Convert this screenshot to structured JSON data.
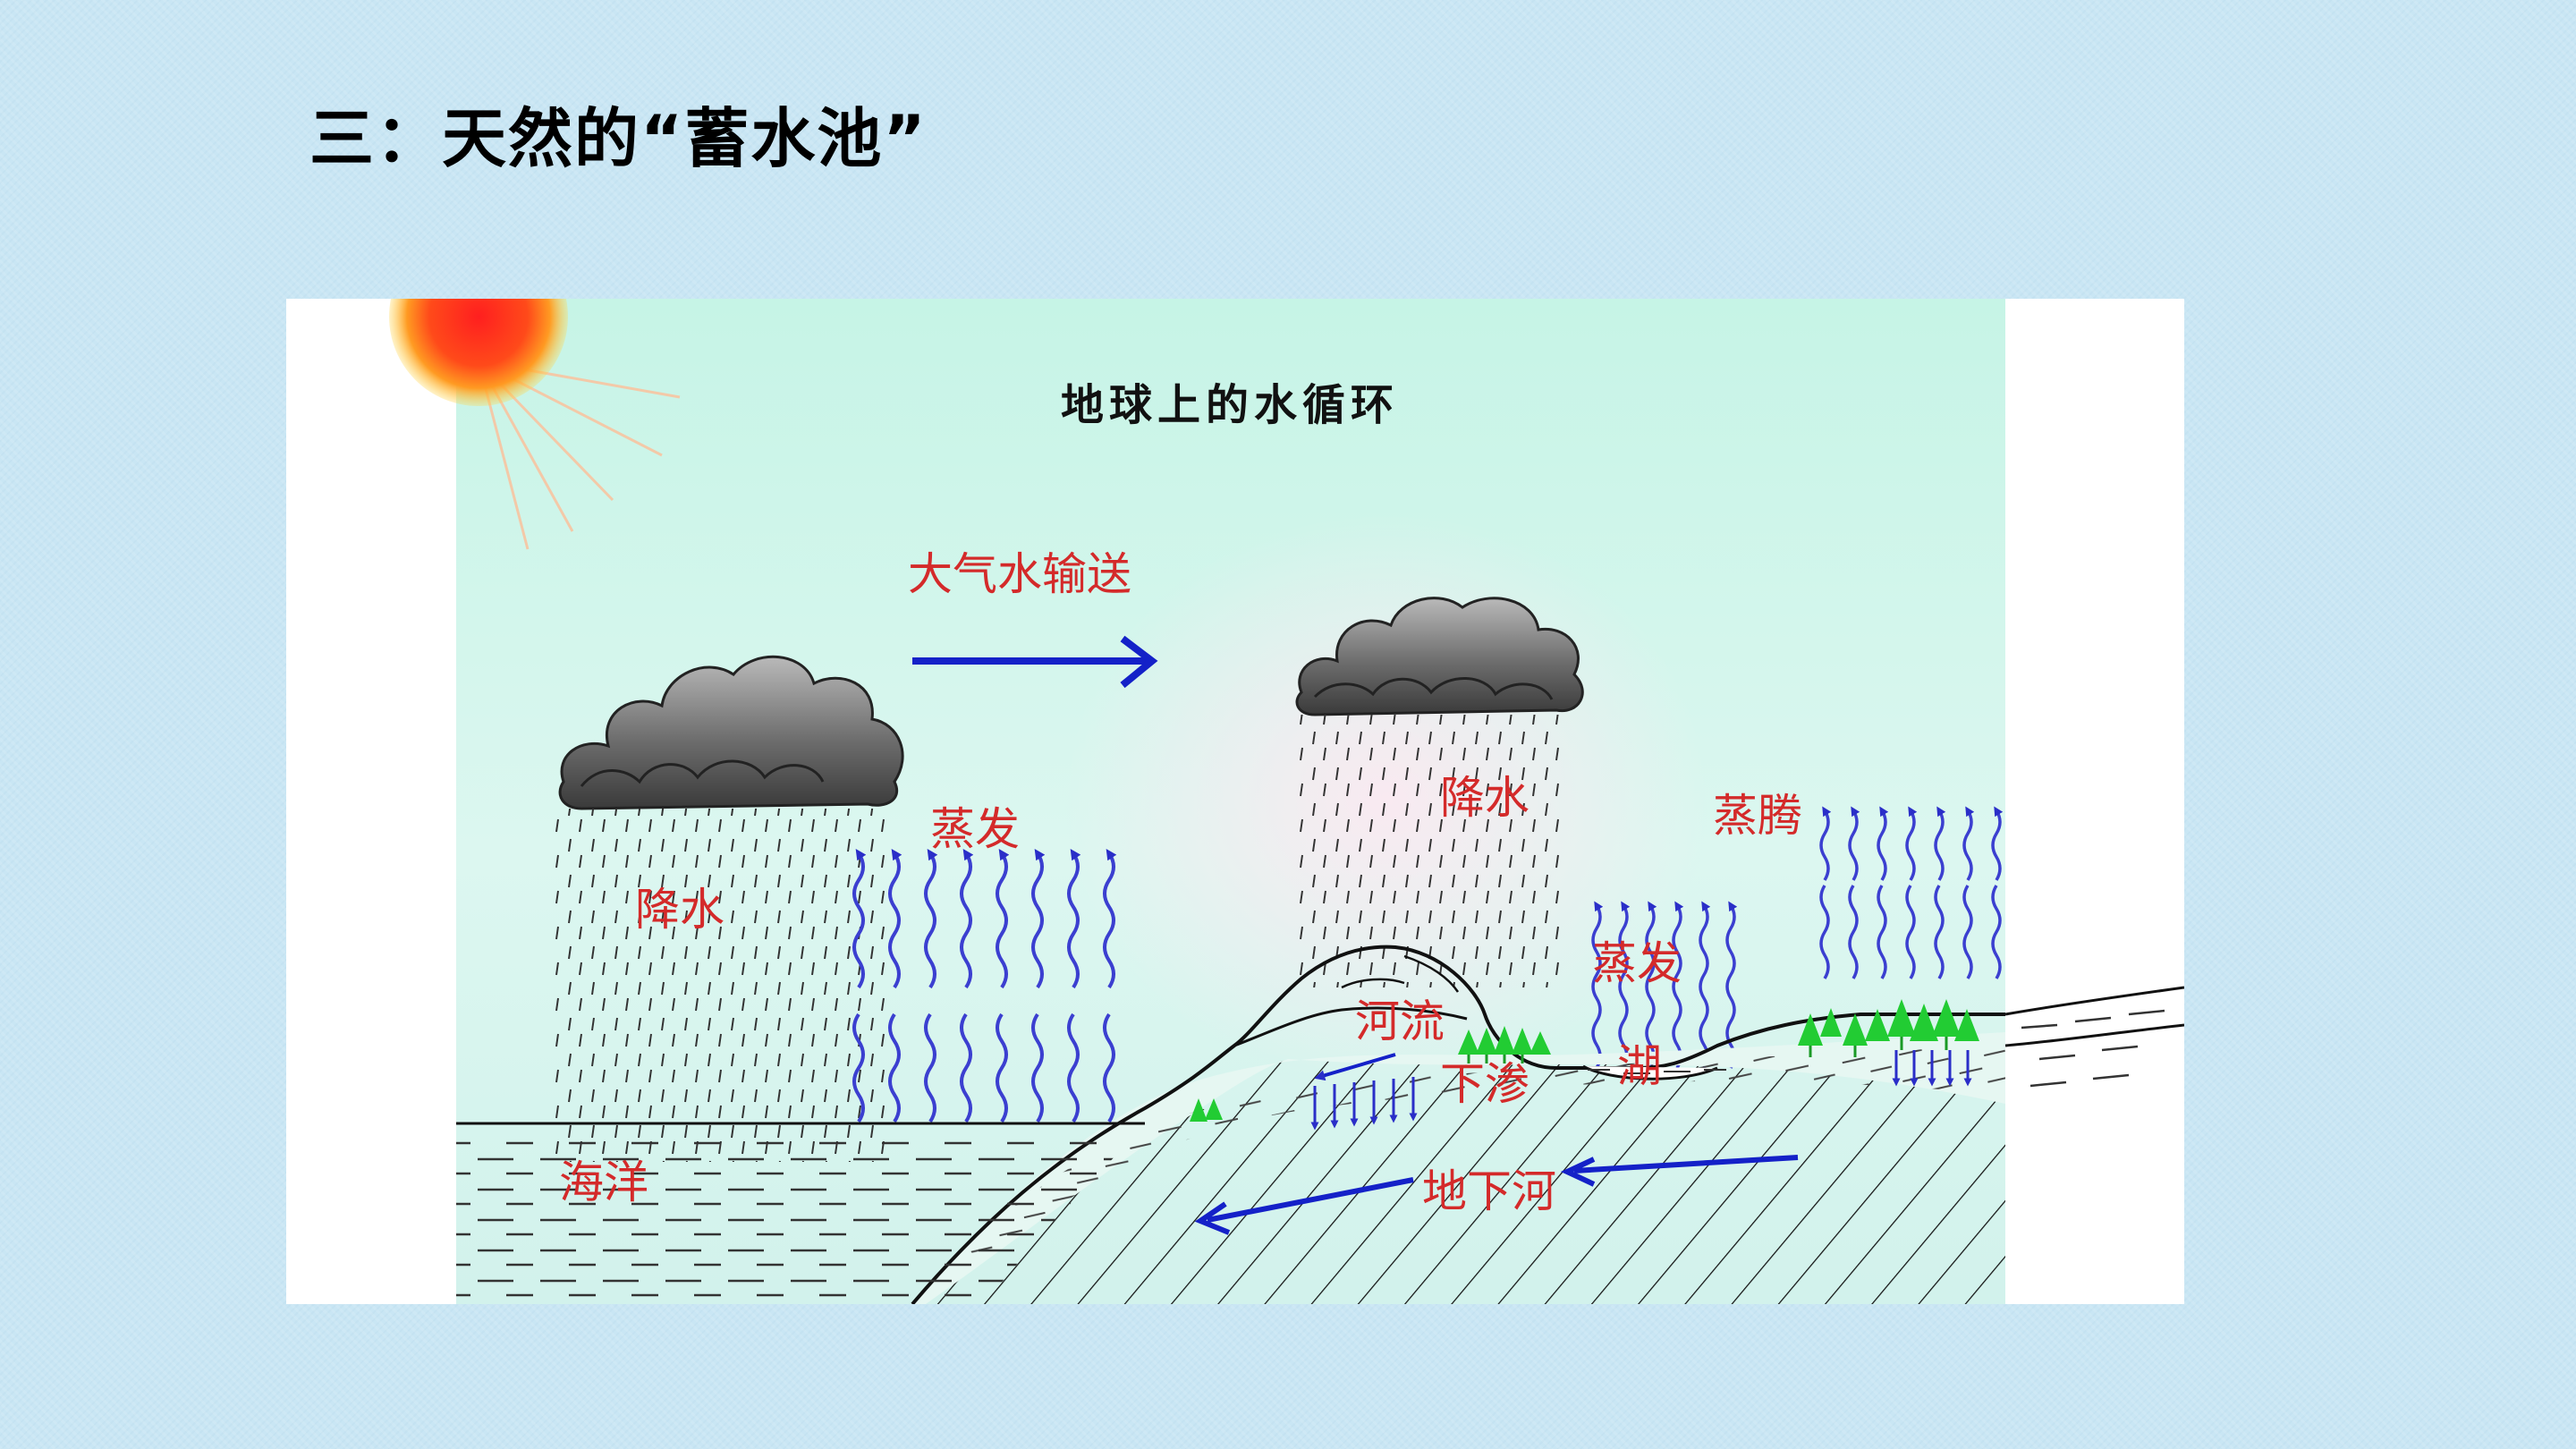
{
  "slide": {
    "title": "三：天然的“蓄水池”"
  },
  "diagram": {
    "title": "地球上的水循环",
    "labels": {
      "atmospheric_transport": "大气水输送",
      "precipitation_ocean": "降水",
      "evaporation_ocean": "蒸发",
      "precipitation_land": "降水",
      "transpiration": "蒸腾",
      "evaporation_lake": "蒸发",
      "river": "河流",
      "infiltration": "下渗",
      "lake": "湖",
      "ocean": "海洋",
      "underground_river": "地下河"
    },
    "colors": {
      "label": "#d42a2a",
      "arrow": "#1421c8",
      "vapor": "#3b3fd0",
      "tree": "#22cc33",
      "sun": "#ff2a1a"
    }
  }
}
